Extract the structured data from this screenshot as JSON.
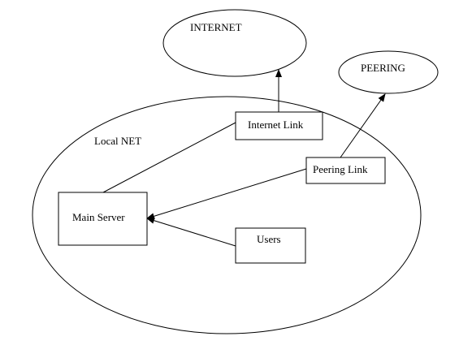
{
  "diagram": {
    "colors": {
      "stroke": "#000000",
      "fill": "#ffffff",
      "text": "#000000"
    },
    "nodes": {
      "internet": {
        "label": "INTERNET"
      },
      "peering": {
        "label": "PEERING"
      },
      "local_net": {
        "label": "Local NET"
      },
      "internet_link": {
        "label": "Internet Link"
      },
      "peering_link": {
        "label": "Peering Link"
      },
      "main_server": {
        "label": "Main Server"
      },
      "users": {
        "label": "Users"
      }
    },
    "edges": [
      {
        "from": "internet_link",
        "to": "internet",
        "arrow": true
      },
      {
        "from": "peering_link",
        "to": "peering",
        "arrow": true
      },
      {
        "from": "main_server",
        "to": "internet_link",
        "arrow": false
      },
      {
        "from": "peering_link",
        "to": "main_server",
        "arrow": true
      },
      {
        "from": "users",
        "to": "main_server",
        "arrow": true
      }
    ]
  }
}
